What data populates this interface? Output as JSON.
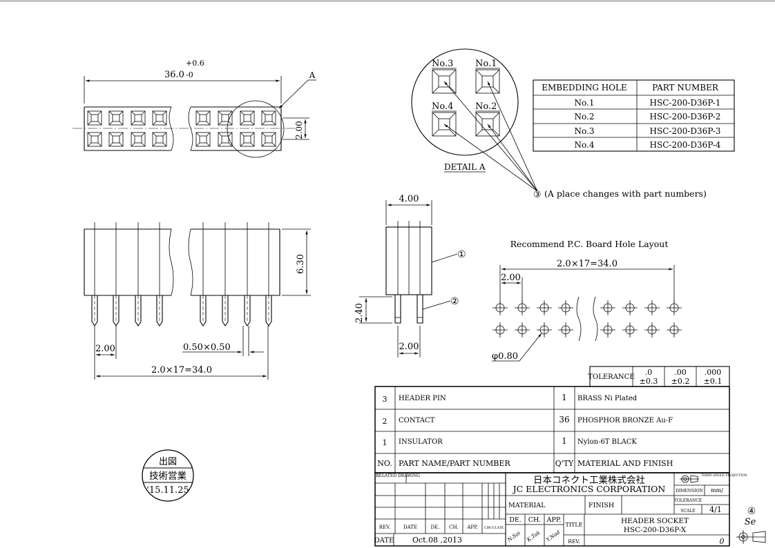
{
  "top_view": {
    "dim_width": "36.0",
    "tol_plus": "+0.6",
    "tol_minus": "-0",
    "dim_pitch": "2.00",
    "detail_callout": "A"
  },
  "detail": {
    "label": "DETAIL A",
    "holes": [
      "No.3",
      "No.1",
      "No.4",
      "No.2"
    ],
    "note_num": "③",
    "note": "(A place changes with part numbers)"
  },
  "embed_table": {
    "headers": [
      "EMBEDDING HOLE",
      "PART NUMBER"
    ],
    "rows": [
      [
        "No.1",
        "HSC-200-D36P-1"
      ],
      [
        "No.2",
        "HSC-200-D36P-2"
      ],
      [
        "No.3",
        "HSC-200-D36P-3"
      ],
      [
        "No.4",
        "HSC-200-D36P-4"
      ]
    ]
  },
  "front_view": {
    "dim_height": "6.30",
    "dim_pin_pitch": "2.00",
    "dim_pin_size": "0.50×0.50",
    "dim_total": "2.0×17=34.0"
  },
  "side_view": {
    "dim_width": "4.00",
    "dim_pin_len": "2.40",
    "dim_pin_pitch": "2.00",
    "callout_1": "①",
    "callout_2": "②"
  },
  "pcb_layout": {
    "title": "Recommend P.C. Board Hole Layout",
    "dim_total": "2.0×17=34.0",
    "dim_pitch": "2.00",
    "dim_hole": "φ0.80"
  },
  "stamp": {
    "line1": "出図",
    "line2": "技術営業",
    "line3": "'15.11.25"
  },
  "tolerance": {
    "label": "TOLERANCE",
    "cols": [
      ".0",
      ".00",
      ".000"
    ],
    "vals": [
      "±0.3",
      "±0.2",
      "±0.1"
    ]
  },
  "bom": {
    "rows": [
      {
        "no": "3",
        "name": "HEADER PIN",
        "qty": "1",
        "material": "BRASS Ni Plated"
      },
      {
        "no": "2",
        "name": "CONTACT",
        "qty": "36",
        "material": "PHOSPHOR BRONZE Au-F"
      },
      {
        "no": "1",
        "name": "INSULATOR",
        "qty": "1",
        "material": "Nylon-6T BLACK"
      }
    ],
    "header": {
      "no": "NO.",
      "name": "PART NAME/PART NUMBER",
      "qty": "Q'TY",
      "material": "MATERIAL AND FINISH"
    }
  },
  "title_block": {
    "related_drawing": "RELATED DRAWING",
    "company_jp": "日本コネクト工業株式会社",
    "company_en": "JC ELECTRONICS CORPORATION",
    "projection": "THIRD ANGLE PROJECTION",
    "dimension_label": "DIMENSION",
    "dimension_value": "mm/",
    "tolerance_label": "TOLERANCE",
    "scale_label": "SCALE",
    "scale_value": "4/1",
    "material_label": "MATERIAL",
    "finish_label": "FINISH",
    "rev_header": [
      "REV.",
      "DATE",
      "DE.",
      "CH.",
      "APP.",
      "CIRCULATE"
    ],
    "sign_header": [
      "DE.",
      "CH.",
      "APP."
    ],
    "signatures": [
      "N.Sai",
      "K.Tak",
      "Y.Nod"
    ],
    "title_label": "TITLE",
    "title_line1": "HEADER SOCKET",
    "title_line2": "HSC-200-D36P-X",
    "date_label": "DATE",
    "date_value": "Oct.08 ,2013",
    "rev_label": "REV.",
    "rev_value": "0"
  },
  "corner_mark": {
    "num": "④",
    "text": "Se"
  }
}
